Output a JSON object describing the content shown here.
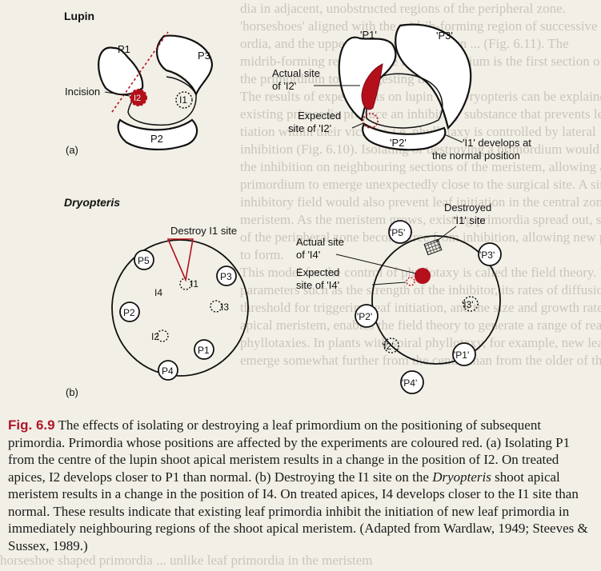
{
  "background_text": {
    "lines": [
      "dia in adjacent, unobstructed regions of the peripheral zone.",
      "'horseshoes' aligned with the midrib-forming region of successive leaf primordia,",
      "ordia, and the upper part 'horseshoe' align ... (Fig. 6.11). The",
      "midrib-forming region of the leaf primordium is the first section of",
      "the primordium to ... suggesting that",
      "The results of experiments on lupin and Dryopteris can be explained if",
      "existing primordia produce an inhibitory substance that prevents leaf ini-",
      "tiation within their vicinity, i.e. phyllotaxy is controlled by lateral",
      "inhibition (Fig. 6.10). Isolating or destroying a primordium would relieve",
      "the inhibition on neighbouring sections of the meristem, allowing a new",
      "primordium to emerge unexpectedly close to the surgical site. A similar",
      "inhibitory field would also prevent leaf initiation in the central zone of the",
      "meristem. As the meristem grows, existing primordia spread out, sections",
      "of the peripheral zone become free from inhibition, allowing new primordia",
      "to form.",
      "This model for the control of phyllotaxy is called the field theory. Varying",
      "parameters such as the strength of the inhibitor, its rates of diffusion, the",
      "threshold for triggering leaf initiation, and the size and growth rate of the",
      "apical meristem, enables the field theory to generate a range of realistic model",
      "phyllotaxies. In plants with spiral phyllotaxy, for example, new leaves typically",
      "emerge somewhat further from the centre than from the older of their two"
    ],
    "bottom_line": "horseshoe shaped primordia ... unlike leaf primordia in the meristem"
  },
  "figure": {
    "panel_a": {
      "organism": "Lupin",
      "panel_label": "(a)",
      "primordia_left": [
        "P1",
        "P2",
        "P3"
      ],
      "incision_label": "Incision",
      "i2_label": "I2",
      "i1_label": "I1",
      "primordia_right": [
        "'P1'",
        "'P2'",
        "'P3'"
      ],
      "actual_label": [
        "Actual site",
        "of 'I2'"
      ],
      "expected_label": [
        "Expected",
        "site of 'I2'"
      ],
      "i1_develops_label": [
        "'I1' develops at",
        "the normal position"
      ]
    },
    "panel_b": {
      "organism": "Dryopteris",
      "panel_label": "(b)",
      "destroy_label": "Destroy I1 site",
      "primordia_left": [
        "P1",
        "P2",
        "P3",
        "P4",
        "P5"
      ],
      "sites_left": [
        "I1",
        "I2",
        "I3",
        "I4"
      ],
      "destroyed_label": [
        "Destroyed",
        "'I1' site"
      ],
      "actual_label": [
        "Actual site",
        "of 'I4'"
      ],
      "expected_label": [
        "Expected",
        "site of 'I4'"
      ],
      "primordia_right": [
        "'P1'",
        "'P2'",
        "'P3'",
        "'P4'",
        "'P5'"
      ],
      "sites_right": [
        "'I2'",
        "'I3'"
      ]
    }
  },
  "caption": {
    "label": "Fig. 6.9",
    "text_1": " The effects of isolating or destroying a leaf primordium on the positioning of subsequent primordia. Primordia whose positions are affected by the experiments are coloured red. (a) Isolating P1 from the centre of the lupin shoot apical meristem results in a change in the position of I2. On treated apices, I2 develops closer to P1 than normal. (b) Destroying the I1 site on the ",
    "italic_1": "Dryopteris",
    "text_2": " shoot apical meristem results in a change in the position of I4. On treated apices, I4 develops closer to the I1 site than normal. These results indicate that existing leaf primordia inhibit the initiation of new leaf primordia in immediately neighbouring regions of the shoot apical meristem. (Adapted from Wardlaw, 1949; Steeves & Sussex, 1989.)"
  },
  "colors": {
    "red": "#b3101c",
    "ink": "#111111",
    "paper": "#f2efe6",
    "caption_label": "#b0162a"
  }
}
